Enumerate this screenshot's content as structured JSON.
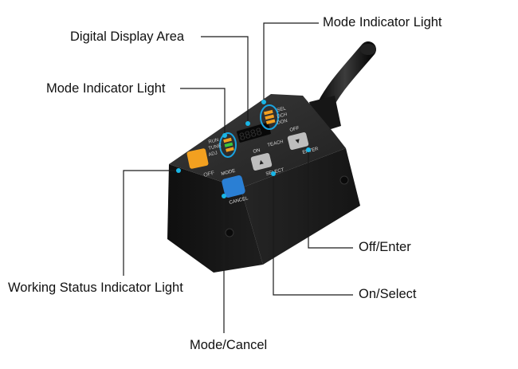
{
  "callouts": {
    "mode_indicator_top": "Mode Indicator Light",
    "digital_display_area": "Digital Display Area",
    "mode_indicator_left": "Mode Indicator Light",
    "off_enter": "Off/Enter",
    "working_status": "Working Status Indicator Light",
    "on_select": "On/Select",
    "mode_cancel": "Mode/Cancel"
  },
  "device": {
    "led_labels_left": [
      "RUN",
      "TUNE",
      "ADJ"
    ],
    "led_labels_right": [
      "SEL",
      "DCH",
      "DON"
    ],
    "off_label": "OFF",
    "mode_label": "MODE",
    "cancel_label": "CANCEL",
    "select_label": "SELECT",
    "enter_label": "ENTER",
    "on_label": "ON",
    "off_btn_label": "OFF",
    "teach_label": "TEACH",
    "up_glyph": "▲",
    "down_glyph": "▼"
  },
  "colors": {
    "body": "#1c1c1c",
    "leader": "#1a1a1a",
    "dot": "#19b6e6",
    "highlight_ring": "#1aa3e0",
    "orange_led": "#f2a020",
    "green_led": "#3cc63c",
    "blue_button": "#2a7fd4",
    "grey_button": "#bdbdbd"
  }
}
